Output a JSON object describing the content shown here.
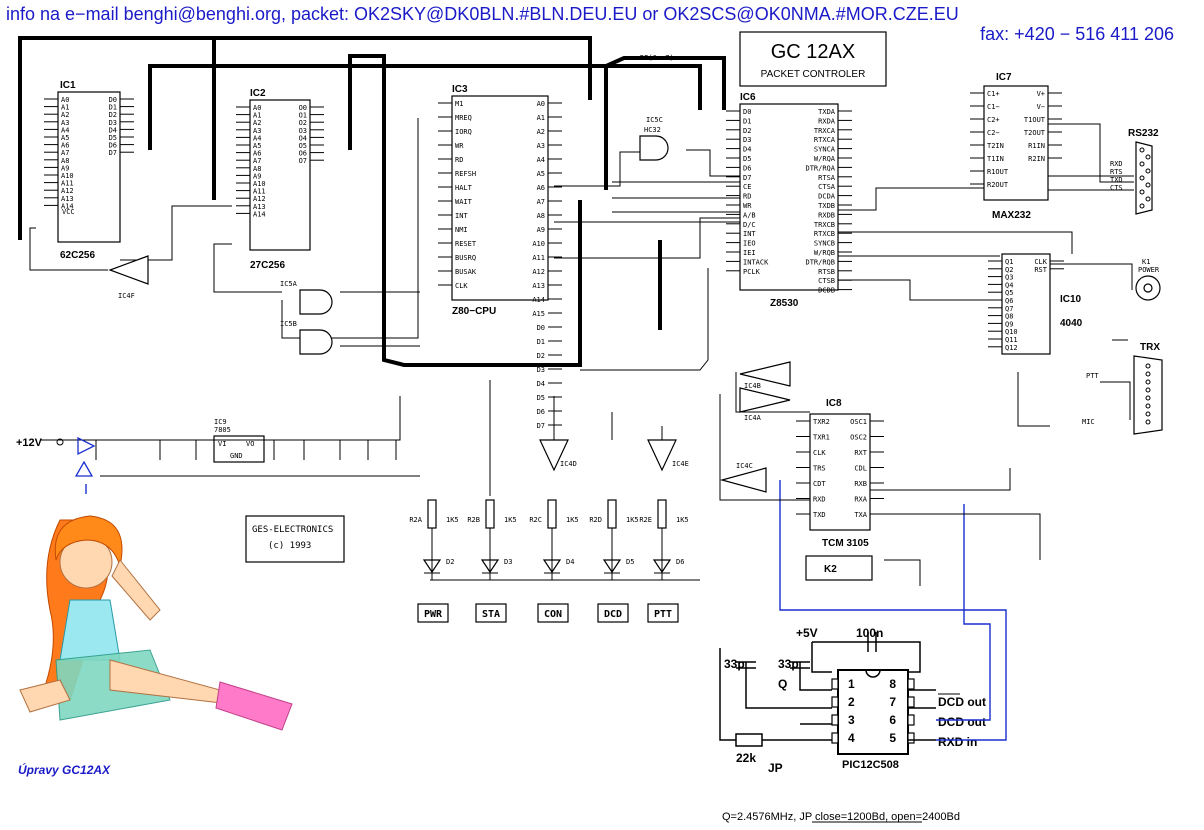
{
  "header": {
    "contact": "info na e−mail benghi@benghi.org, packet: OK2SKY@DK0BLN.#BLN.DEU.EU or OK2SCS@OK0NMA.#MOR.CZE.EU",
    "fax": "fax: +420 − 516 411 206"
  },
  "title": {
    "main": "GC 12AX",
    "sub": "PACKET CONTROLER"
  },
  "labels": {
    "dbus": "DB(0..7)"
  },
  "chips": {
    "ic1": {
      "name": "IC1",
      "part": "62C256",
      "vcc": "VCC",
      "left": [
        "A0",
        "A1",
        "A2",
        "A3",
        "A4",
        "A5",
        "A6",
        "A7",
        "A8",
        "A9",
        "A10",
        "A11",
        "A12",
        "A13",
        "A14"
      ],
      "right": [
        "D0",
        "D1",
        "D2",
        "D3",
        "D4",
        "D5",
        "D6",
        "D7"
      ]
    },
    "ic2": {
      "name": "IC2",
      "part": "27C256",
      "left": [
        "A0",
        "A1",
        "A2",
        "A3",
        "A4",
        "A5",
        "A6",
        "A7",
        "A8",
        "A9",
        "A10",
        "A11",
        "A12",
        "A13",
        "A14"
      ],
      "right": [
        "O0",
        "O1",
        "O2",
        "O3",
        "O4",
        "O5",
        "O6",
        "O7"
      ]
    },
    "ic3": {
      "name": "IC3",
      "part": "Z80−CPU",
      "left": [
        "M1",
        "MREQ",
        "IORQ",
        "WR",
        "RD",
        "REFSH",
        "HALT",
        "WAIT",
        "INT",
        "NMI",
        "RESET",
        "BUSRQ",
        "BUSAK",
        "CLK"
      ],
      "right": [
        "A0",
        "A1",
        "A2",
        "A3",
        "A4",
        "A5",
        "A6",
        "A7",
        "A8",
        "A9",
        "A10",
        "A11",
        "A12",
        "A13",
        "A14",
        "A15",
        "D0",
        "D1",
        "D2",
        "D3",
        "D4",
        "D5",
        "D6",
        "D7"
      ]
    },
    "ic6": {
      "name": "IC6",
      "part": "Z8530",
      "left": [
        "D0",
        "D1",
        "D2",
        "D3",
        "D4",
        "D5",
        "D6",
        "D7",
        "CE",
        "RD",
        "WR",
        "A/B",
        "D/C",
        "INT",
        "IEO",
        "IEI",
        "INTACK",
        "PCLK"
      ],
      "right": [
        "TXDA",
        "RXDA",
        "TRXCA",
        "RTXCA",
        "SYNCA",
        "W/RQA",
        "DTR/RQA",
        "RTSA",
        "CTSA",
        "DCDA",
        "TXDB",
        "RXDB",
        "TRXCB",
        "RTXCB",
        "SYNCB",
        "W/RQB",
        "DTR/RQB",
        "RTSB",
        "CTSB",
        "DCDB"
      ]
    },
    "ic7": {
      "name": "IC7",
      "part": "MAX232",
      "left": [
        "C1+",
        "C1−",
        "C2+",
        "C2−",
        "T2IN",
        "T1IN",
        "R1OUT",
        "R2OUT"
      ],
      "right": [
        "V+",
        "V−",
        "T1OUT",
        "T2OUT",
        "R1IN",
        "R2IN"
      ]
    },
    "ic10": {
      "name": "IC10",
      "part": "4040",
      "left": [
        "Q1",
        "Q2",
        "Q3",
        "Q4",
        "Q5",
        "Q6",
        "Q7",
        "Q8",
        "Q9",
        "Q10",
        "Q11",
        "Q12"
      ],
      "right": [
        "CLK",
        "RST"
      ]
    },
    "ic8": {
      "name": "IC8",
      "part": "TCM 3105",
      "left": [
        "TXR2",
        "TXR1",
        "CLK",
        "TRS",
        "CDT",
        "RXD",
        "TXD"
      ],
      "right": [
        "OSC1",
        "OSC2",
        "RXT",
        "CDL",
        "RXB",
        "RXA",
        "TXA"
      ]
    },
    "ic9": {
      "name": "IC9",
      "part": "7805",
      "vi": "VI",
      "vo": "VO",
      "gnd": "GND"
    },
    "k2": {
      "name": "K2"
    },
    "pic": {
      "part": "PIC12C508",
      "left_pins": [
        "1",
        "2",
        "3",
        "4"
      ],
      "right_pins": [
        "8",
        "7",
        "6",
        "5"
      ]
    }
  },
  "gates": {
    "ic5a": "IC5A",
    "ic5b": "IC5B",
    "ic5c": "IC5C",
    "hc32": "HC32",
    "ic4f": "IC4F",
    "ic4b": "IC4B",
    "ic4a": "IC4A",
    "ic4d": "IC4D",
    "ic4e": "IC4E",
    "ic4c": "IC4C"
  },
  "leds": [
    {
      "ref": "D2",
      "resistor": "R2A",
      "value": "1K5",
      "label": "PWR"
    },
    {
      "ref": "D3",
      "resistor": "R2B",
      "value": "1K5",
      "label": "STA"
    },
    {
      "ref": "D4",
      "resistor": "R2C",
      "value": "1K5",
      "label": "CON"
    },
    {
      "ref": "D5",
      "resistor": "R2D",
      "value": "1K5",
      "label": "DCD"
    },
    {
      "ref": "D6",
      "resistor": "R2E",
      "value": "1K5",
      "label": "PTT"
    }
  ],
  "connectors": {
    "rs232": "RS232",
    "trx": "TRX",
    "k1": "K1",
    "power": "POWER",
    "rs232_signals": [
      "RXD",
      "RTS",
      "TXD",
      "CTS"
    ],
    "trx_signals": [
      "PTT",
      "MIC"
    ]
  },
  "supply": {
    "input": "+12V"
  },
  "pic_circuit": {
    "vcc": "+5V",
    "cap_top": "100n",
    "cap_left": "33p",
    "cap_right": "33p",
    "crystal": "Q",
    "resistor": "22k",
    "jumper": "JP",
    "out1": "DCD out",
    "out2": "DCD out",
    "in1": "RXD in"
  },
  "credits": {
    "company": "GES-ELECTRONICS",
    "year": "(c) 1993"
  },
  "caption": {
    "text": "Úpravy GC12AX"
  },
  "footer": {
    "note": "Q=2.4576MHz, JP close=1200Bd, open=2400Bd"
  }
}
